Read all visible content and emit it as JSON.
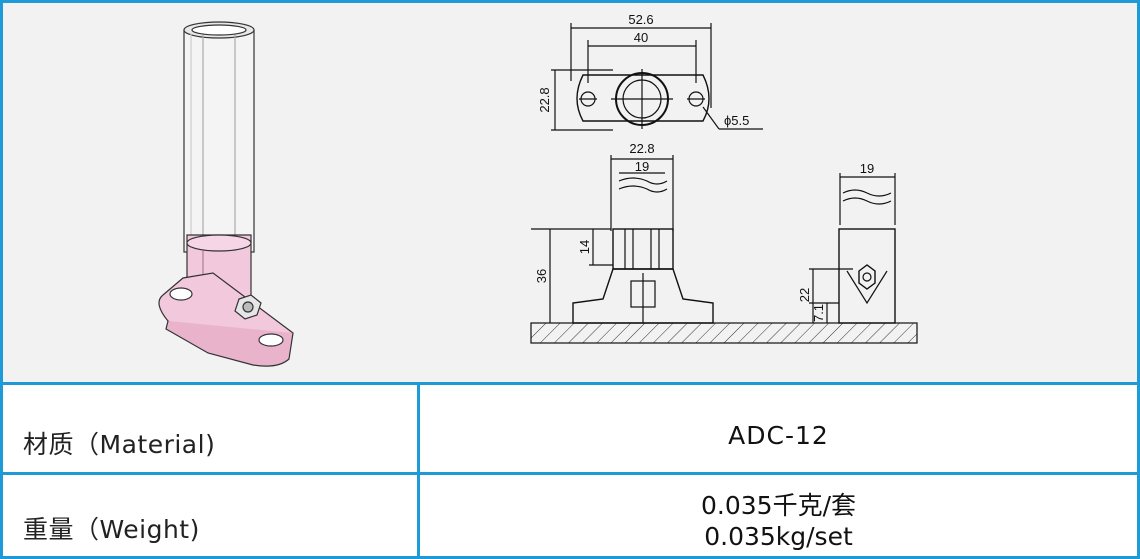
{
  "drawing": {
    "dims": {
      "width_overall": "52.6",
      "hole_spacing": "40",
      "flange_height": "22.8",
      "hole_dia": "ϕ5.5",
      "base_width": "22.8",
      "pipe_dia_front": "19",
      "pipe_dia_side": "19",
      "insert_depth": "14",
      "total_height": "36",
      "bolt_height": "22",
      "base_thickness": "7.1"
    }
  },
  "table": {
    "material_label": "材质（Material)",
    "material_value": "ADC-12",
    "weight_label": "重量（Weight)",
    "weight_value_cn": "0.035千克/套",
    "weight_value_en": "0.035kg/set"
  },
  "colors": {
    "border": "#1e9bd7",
    "drawing_bg": "#f2f2f2",
    "product_pink": "#f2c8dc"
  }
}
